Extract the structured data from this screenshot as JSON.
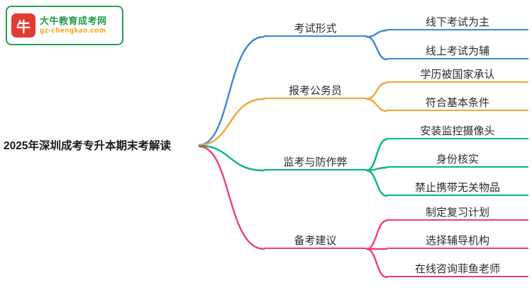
{
  "logo": {
    "title": "大牛教育成考网",
    "subtitle": "gz-chengkao.com",
    "icon": "bull-icon",
    "icon_char": "牛"
  },
  "root": {
    "label": "2025年深圳成考专升本期末考解读"
  },
  "branches": [
    {
      "label": "考试形式",
      "color": "#4186d2",
      "children": [
        {
          "label": "线下考试为主"
        },
        {
          "label": "线上考试为辅"
        }
      ]
    },
    {
      "label": "报考公务员",
      "color": "#f2a536",
      "children": [
        {
          "label": "学历被国家承认"
        },
        {
          "label": "符合基本条件"
        }
      ]
    },
    {
      "label": "监考与防作弊",
      "color": "#00b87c",
      "children": [
        {
          "label": "安装监控摄像头"
        },
        {
          "label": "身份核实"
        },
        {
          "label": "禁止携带无关物品"
        }
      ]
    },
    {
      "label": "备考建议",
      "color": "#ee3d7a",
      "children": [
        {
          "label": "制定复习计划"
        },
        {
          "label": "选择辅导机构"
        },
        {
          "label": "在线咨询菲鱼老师"
        }
      ]
    }
  ]
}
